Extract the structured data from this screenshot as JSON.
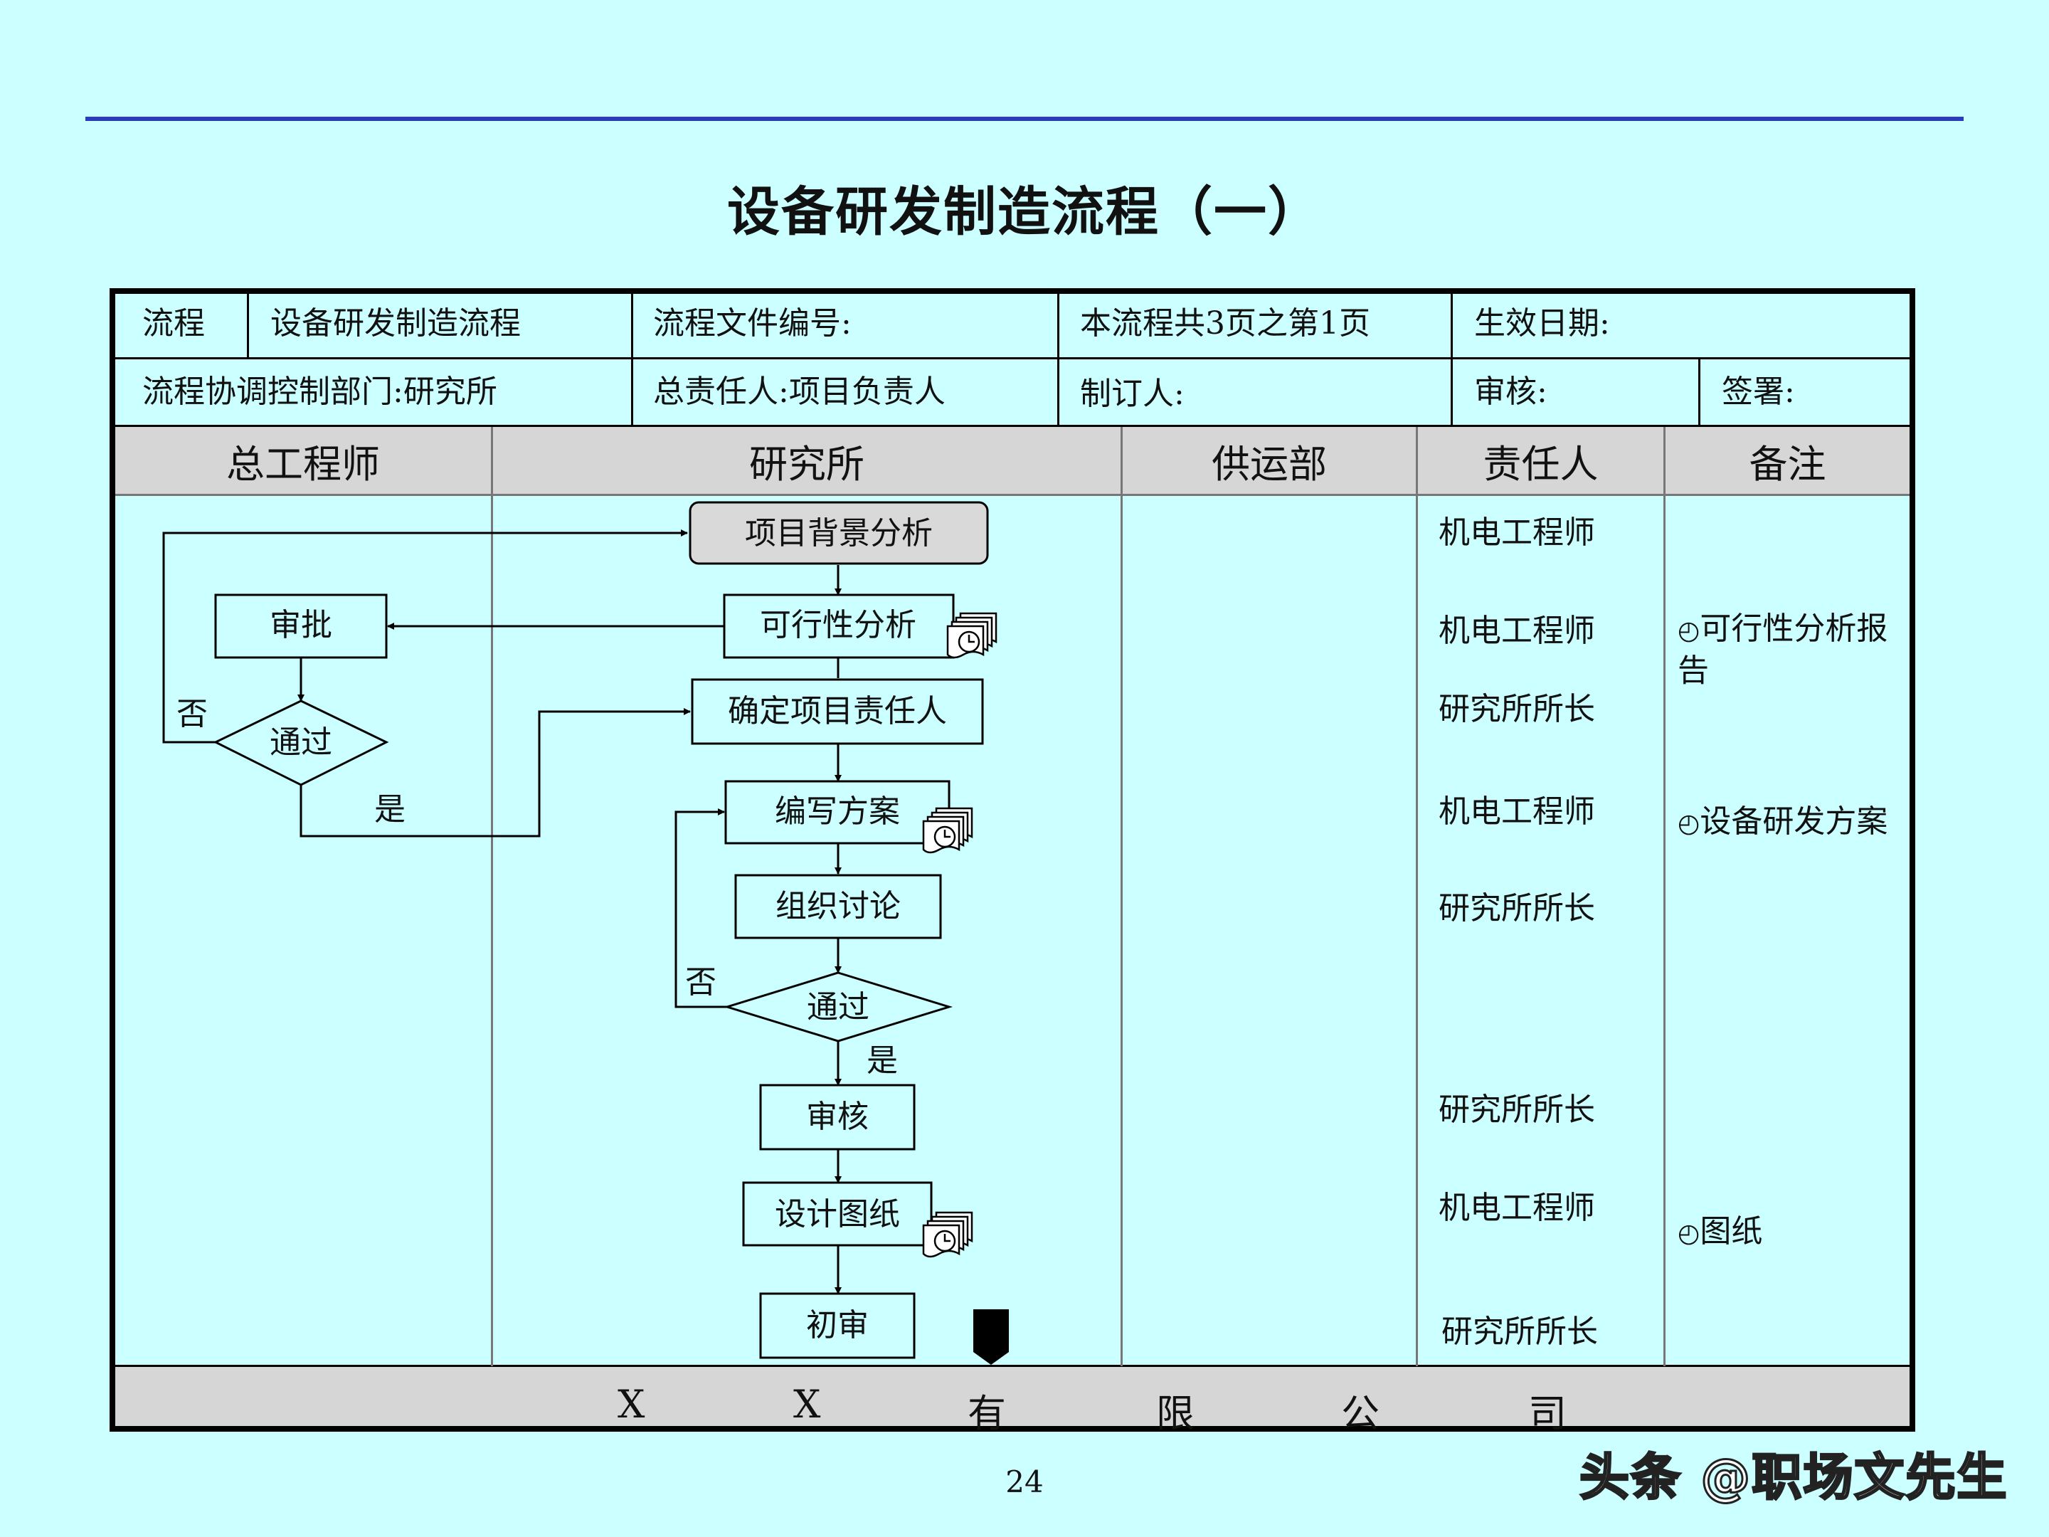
{
  "page": {
    "title": "设备研发制造流程（一）",
    "page_number": "24",
    "watermark": "头条 @职场文先生"
  },
  "info_table": {
    "row1": {
      "label": "流程",
      "name": "设备研发制造流程",
      "file_no": "流程文件编号:",
      "pages": "本流程共3页之第1页",
      "effective_date": "生效日期:"
    },
    "row2": {
      "dept": "流程协调控制部门:研究所",
      "owner": "总责任人:项目负责人",
      "drafter": "制订人:",
      "reviewer": "审核:",
      "signer": "签署:"
    }
  },
  "lanes": [
    "总工程师",
    "研究所",
    "供运部",
    "责任人",
    "备注"
  ],
  "nodes": {
    "bg_analysis": "项目背景分析",
    "feasibility": "可行性分析",
    "approve": "审批",
    "pass1": "通过",
    "assign": "确定项目责任人",
    "write_plan": "编写方案",
    "discuss": "组织讨论",
    "pass2": "通过",
    "review": "审核",
    "design": "设计图纸",
    "first_review": "初审"
  },
  "edge_labels": {
    "no1": "否",
    "yes1": "是",
    "no2": "否",
    "yes2": "是"
  },
  "responsible": [
    "机电工程师",
    "机电工程师",
    "研究所所长",
    "机电工程师",
    "研究所所长",
    "研究所所长",
    "机电工程师",
    "研究所所长"
  ],
  "notes": [
    "可行性分析报告",
    "设备研发方案",
    "图纸"
  ],
  "footer": [
    "X",
    "X",
    "有",
    "限",
    "公",
    "司"
  ],
  "colors": {
    "background": "#ccffff",
    "top_rule": "#2c3cb8",
    "header_fill": "#d6d6d6",
    "start_node_fill": "#d9d9d9"
  }
}
